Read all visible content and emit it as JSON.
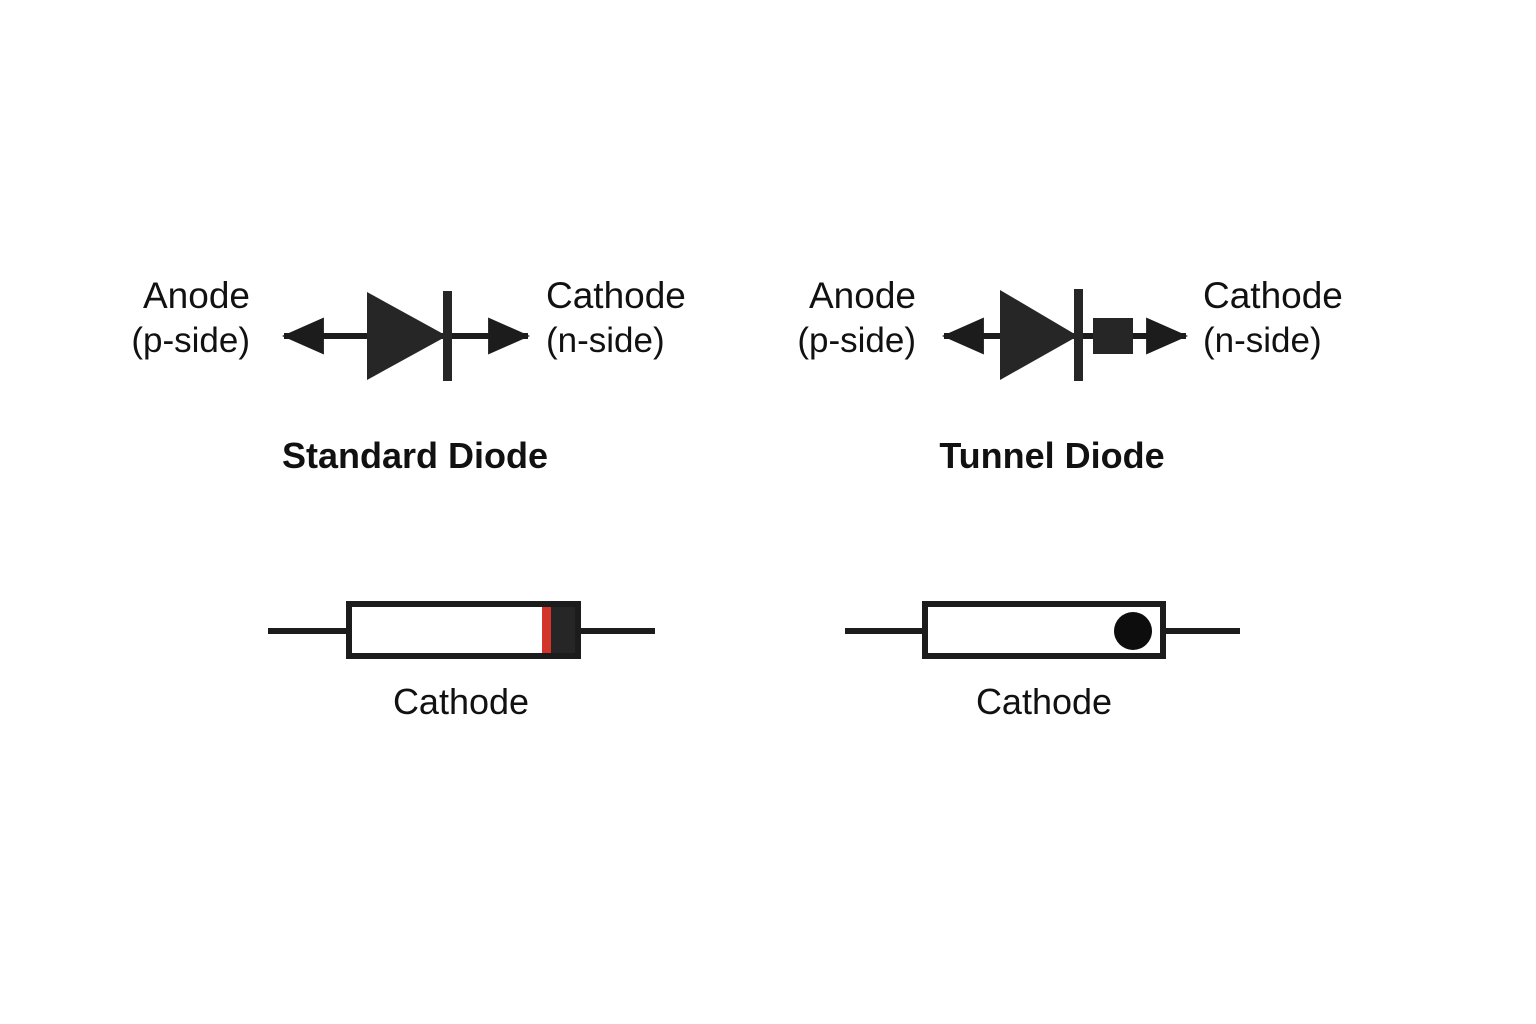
{
  "figure": {
    "background_color": "#ffffff",
    "stroke_color": "#1c1c1c",
    "fill_dark": "#262626",
    "stripe_red": "#d3352b",
    "title": ""
  },
  "panels": [
    {
      "id": "standard-diode",
      "caption": "Standard Diode",
      "anode_label_line1": "Anode",
      "anode_label_line2": "(p-side)",
      "cathode_label_line1": "Cathode",
      "cathode_label_line2": "(n-side)",
      "symbol": "diode-triangle-with-bar",
      "has_tunnel_block": false
    },
    {
      "id": "tunnel-diode",
      "caption": "Tunnel Diode",
      "anode_label_line1": "Anode",
      "anode_label_line2": "(p-side)",
      "cathode_label_line1": "Cathode",
      "cathode_label_line2": "(n-side)",
      "symbol": "diode-triangle-with-bar-and-block",
      "has_tunnel_block": true
    }
  ],
  "packages": [
    {
      "id": "banded-package",
      "caption": "Cathode",
      "marking": "red-stripe-and-dark-band",
      "body_fill": "#ffffff",
      "band_fill": "#262626",
      "stripe_fill": "#d3352b"
    },
    {
      "id": "dot-package",
      "caption": "Cathode",
      "marking": "black-dot",
      "body_fill": "#ffffff",
      "dot_fill": "#0d0d0d"
    }
  ]
}
